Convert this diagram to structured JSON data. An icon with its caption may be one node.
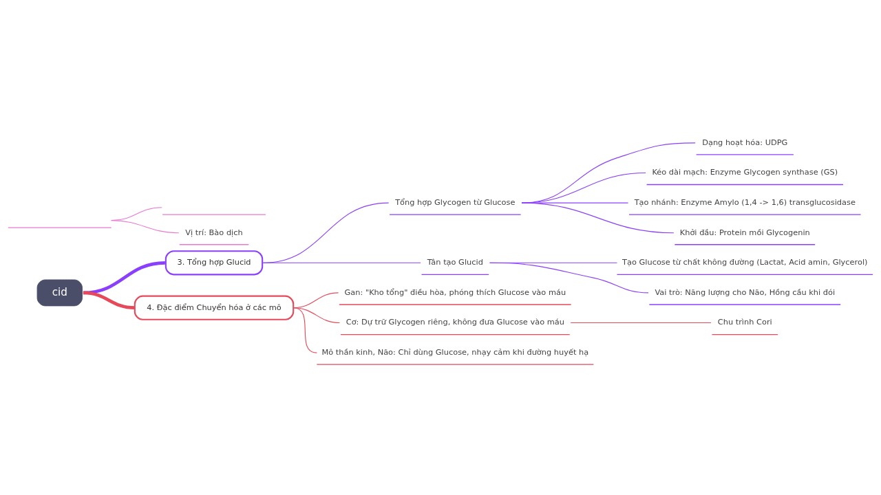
{
  "diagram": {
    "nodes": [
      {
        "text": [
          "cid"
        ]
      },
      {
        "text": [],
        "shape": "bar"
      },
      {
        "text": [],
        "shape": "bar"
      },
      {
        "text": [
          "Vị trí: Bào dịch"
        ]
      },
      {
        "text": [
          "3. Tổng hợp Glucid"
        ]
      },
      {
        "text": [
          "Tổng hợp Glycogen từ Glucose"
        ]
      },
      {
        "text": [
          "Dạng hoạt hóa: UDPG"
        ]
      },
      {
        "text": [
          "Kéo dài mạch: Enzyme Glycogen synthase (GS)"
        ]
      },
      {
        "text": [
          "Tạo nhánh: Enzyme Amylo (1,4 -> 1,6) transglucosidase"
        ]
      },
      {
        "text": [
          "Khởi đầu: Protein mồi Glycogenin"
        ]
      },
      {
        "text": [
          "Tân tạo Glucid"
        ]
      },
      {
        "text": [
          "Tạo Glucose từ chất không đường (Lactat, Acid amin, Glycerol)"
        ]
      },
      {
        "text": [
          "Vai trò: Năng lượng cho Não, Hồng cầu khi đói"
        ]
      },
      {
        "text": [
          "4. Đặc điểm Chuyển hóa ở các mô"
        ]
      },
      {
        "text": [
          "Gan: \"Kho tổng\" điều hòa, phóng thích Glucose vào máu"
        ]
      },
      {
        "text": [
          "Cơ: Dự trữ Glycogen riêng, không đưa Glucose vào máu"
        ]
      },
      {
        "text": [
          "Chu trình Cori"
        ]
      },
      {
        "text": [
          "Mô thần kinh, Não: Chỉ dùng Glucose, nhạy cảm khi đường huyết hạ"
        ]
      }
    ],
    "edges": [
      {
        "from": 1,
        "to": 2,
        "arrow": "none",
        "color": "#e879d0"
      },
      {
        "from": 1,
        "to": 3,
        "arrow": "none",
        "color": "#e879d0"
      },
      {
        "from": 0,
        "to": 4,
        "arrow": "none",
        "style": "thick"
      },
      {
        "from": 4,
        "to": 5,
        "arrow": "none"
      },
      {
        "from": 5,
        "to": 6,
        "arrow": "none"
      },
      {
        "from": 5,
        "to": 7,
        "arrow": "none"
      },
      {
        "from": 5,
        "to": 8,
        "arrow": "none"
      },
      {
        "from": 5,
        "to": 9,
        "arrow": "none"
      },
      {
        "from": 4,
        "to": 10,
        "arrow": "none"
      },
      {
        "from": 10,
        "to": 11,
        "arrow": "none"
      },
      {
        "from": 10,
        "to": 12,
        "arrow": "none"
      },
      {
        "from": 0,
        "to": 13,
        "arrow": "none",
        "style": "thick",
        "color": "#e5495a"
      },
      {
        "from": 13,
        "to": 14,
        "arrow": "none",
        "color": "#e5495a"
      },
      {
        "from": 13,
        "to": 15,
        "arrow": "none",
        "color": "#e5495a"
      },
      {
        "from": 15,
        "to": 16,
        "arrow": "none",
        "color": "#e5495a"
      },
      {
        "from": 13,
        "to": 17,
        "arrow": "none",
        "color": "#e5495a"
      }
    ]
  }
}
